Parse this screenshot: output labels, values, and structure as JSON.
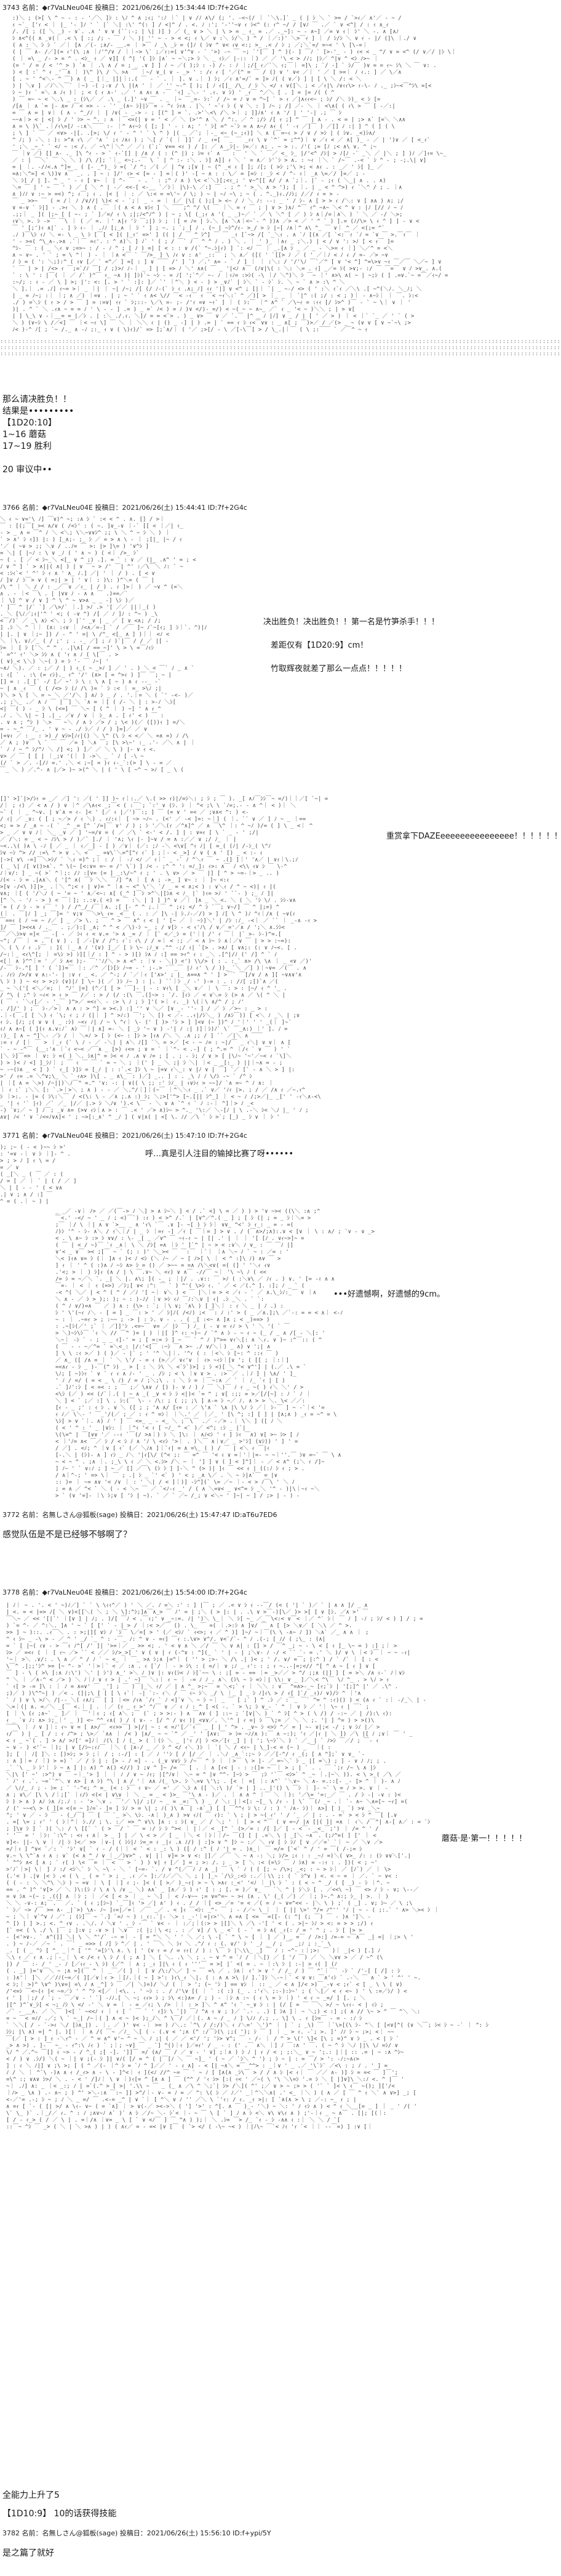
{
  "posts": [
    {
      "header": "3743 名前：◆r7VaLNeu04E 投稿日：2021/06/26(土) 15:34:44 ID:7f+2G4c",
      "lines": [
        "那么请决胜负！！",
        "结果是•••••••••",
        "【1D20:10】",
        "1~16  蘑菇",
        "17~19  胜利",
        "20  审议中••"
      ]
    },
    {
      "header": "3766 名前：◆r7VaLNeu04E 投稿日：2021/06/26(土) 15:44:41 ID:7f+2G4c",
      "dialog": [
        "决出胜负！决出胜负！！第一名是竹笋杀手！！！",
        "差距仅有【1D20:9】cm！",
        "竹取辉夜就差了那么一点点！！！！！"
      ],
      "dialog2": "重赏拿下DAZEeeeeeeeeeeeeeee！！！！！！！！！"
    },
    {
      "header": "3771 名前：◆r7VaLNeu04E 投稿日：2021/06/26(土) 15:47:10 ID:7f+2G4c",
      "dialog": "呼…真是引人注目的输掉比赛了呀••••••",
      "dialog2": "•••好遗憾啊，好遗憾的9cm。"
    },
    {
      "header": "3772 名前：名無しさん@狐板(sage) 投稿日：2021/06/26(土) 15:47:47 ID:aT6u7ED6",
      "lines": [
        "感觉队伍是不是已经够不够啊了？"
      ]
    },
    {
      "header": "3778 名前：◆r7VaLNeu04E 投稿日：2021/06/26(土) 15:54:00 ID:7f+2G4c",
      "dialog": "蘑菇·是·第一！！！！！",
      "lines": [
        "全能力上升了5",
        "【1D10:9】  10的话获得技能"
      ]
    },
    {
      "header": "3782 名前：名無しさん@狐板(sage) 投稿日：2021/06/26(土) 15:56:10 ID:f+ypi/5Y",
      "lines": [
        "是之篇了就好"
      ]
    }
  ]
}
